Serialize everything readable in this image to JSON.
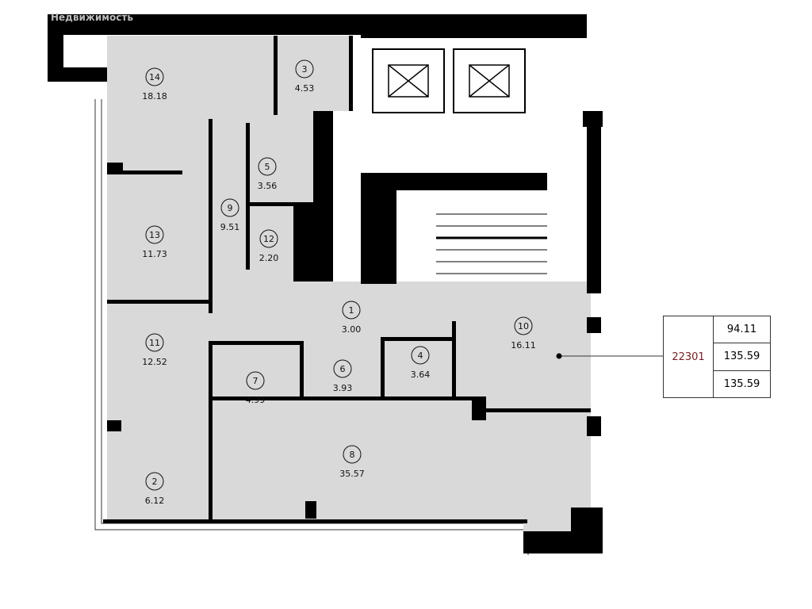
{
  "watermark": "Недвижимость",
  "rooms": [
    {
      "number": "14",
      "area": "18.18"
    },
    {
      "number": "3",
      "area": "4.53"
    },
    {
      "number": "5",
      "area": "3.56"
    },
    {
      "number": "9",
      "area": "9.51"
    },
    {
      "number": "12",
      "area": "2.20"
    },
    {
      "number": "13",
      "area": "11.73"
    },
    {
      "number": "11",
      "area": "12.52"
    },
    {
      "number": "1",
      "area": "3.00"
    },
    {
      "number": "10",
      "area": "16.11"
    },
    {
      "number": "6",
      "area": "3.93"
    },
    {
      "number": "4",
      "area": "3.64"
    },
    {
      "number": "7",
      "area": "4.99"
    },
    {
      "number": "8",
      "area": "35.57"
    },
    {
      "number": "2",
      "area": "6.12"
    }
  ],
  "apartment": {
    "id": "22301",
    "living_area": "94.11",
    "total_area": "135.59",
    "total_area_2": "135.59"
  },
  "colors": {
    "floor": "#d9d9d9",
    "walls": "#000000",
    "id_text": "#7a2020"
  }
}
